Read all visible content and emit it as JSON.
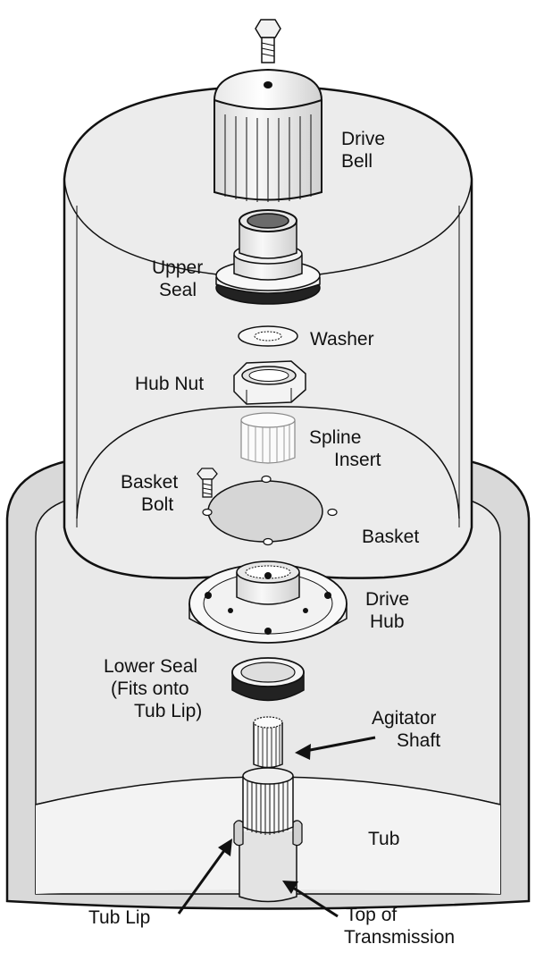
{
  "labels": {
    "drive_bell": [
      "Drive",
      "Bell"
    ],
    "upper_seal": [
      "Upper",
      "Seal"
    ],
    "washer": "Washer",
    "hub_nut": "Hub Nut",
    "spline_insert": [
      "Spline",
      "Insert"
    ],
    "basket_bolt": [
      "Basket",
      "Bolt"
    ],
    "basket": "Basket",
    "drive_hub": [
      "Drive",
      "Hub"
    ],
    "lower_seal": [
      "Lower Seal",
      "(Fits onto",
      "Tub Lip)"
    ],
    "agitator_shaft": [
      "Agitator",
      "Shaft"
    ],
    "tub": "Tub",
    "tub_lip": "Tub Lip",
    "top_of_transmission": [
      "Top of",
      "Transmission"
    ]
  },
  "colors": {
    "outline": "#111111",
    "tub_fill": "#d9d9d9",
    "basket_fill": "#ececec",
    "part_fill": "#f7f7f7",
    "dark_seal": "#222222"
  }
}
